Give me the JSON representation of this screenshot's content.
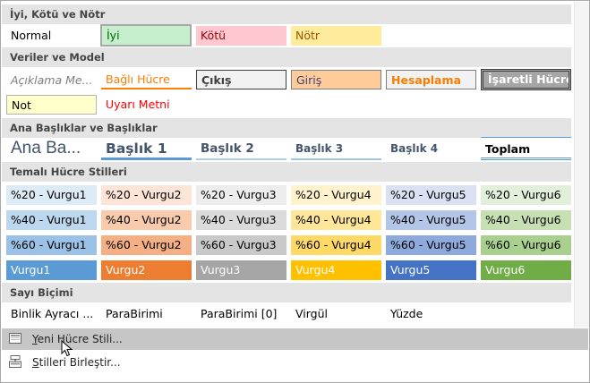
{
  "sections": {
    "good_bad": "İyi, Kötü ve Nötr",
    "data_model": "Veriler ve Model",
    "titles": "Ana Başlıklar ve Başlıklar",
    "themed": "Temalı Hücre Stilleri",
    "number": "Sayı Biçimi"
  },
  "good_bad": {
    "normal": "Normal",
    "good": "İyi",
    "bad": "Kötü",
    "neutral": "Nötr"
  },
  "data_model": {
    "explanatory": "Açıklama Me...",
    "linked": "Bağlı Hücre",
    "output": "Çıkış",
    "input": "Giriş",
    "calculation": "Hesaplama",
    "check": "İşaretli Hücre",
    "note": "Not",
    "warning": "Uyarı Metni"
  },
  "titles": {
    "title": "Ana Ba...",
    "h1": "Başlık 1",
    "h2": "Başlık 2",
    "h3": "Başlık 3",
    "h4": "Başlık 4",
    "total": "Toplam"
  },
  "themed": {
    "row20": [
      "%20 - Vurgu1",
      "%20 - Vurgu2",
      "%20 - Vurgu3",
      "%20 - Vurgu4",
      "%20 - Vurgu5",
      "%20 - Vurgu6"
    ],
    "row40": [
      "%40 - Vurgu1",
      "%40 - Vurgu2",
      "%40 - Vurgu3",
      "%40 - Vurgu4",
      "%40 - Vurgu5",
      "%40 - Vurgu6"
    ],
    "row60": [
      "%60 - Vurgu1",
      "%60 - Vurgu2",
      "%60 - Vurgu3",
      "%60 - Vurgu4",
      "%60 - Vurgu5",
      "%60 - Vurgu6"
    ],
    "accent": [
      "Vurgu1",
      "Vurgu2",
      "Vurgu3",
      "Vurgu4",
      "Vurgu5",
      "Vurgu6"
    ]
  },
  "number": {
    "comma": "Binlik Ayracı ...",
    "currency": "ParaBirimi",
    "currency0": "ParaBirimi [0]",
    "comma0": "Virgül",
    "percent": "Yüzde"
  },
  "footer": {
    "new_style_hotkey": "Y",
    "new_style_rest": "eni Hücre Stili...",
    "merge_styles_hotkey": "S",
    "merge_styles_rest": "tilleri Birleştir..."
  },
  "colors": {
    "good_bg": "#c6efce",
    "good_fg": "#006100",
    "bad_bg": "#ffc7ce",
    "bad_fg": "#9c0006",
    "neutral_bg": "#ffeb9c",
    "neutral_fg": "#9c5700",
    "accent1": "#5b9bd5",
    "accent2": "#ed7d31",
    "accent3": "#a5a5a5",
    "accent4": "#ffc000",
    "accent5": "#4472c4",
    "accent6": "#70ad47"
  }
}
